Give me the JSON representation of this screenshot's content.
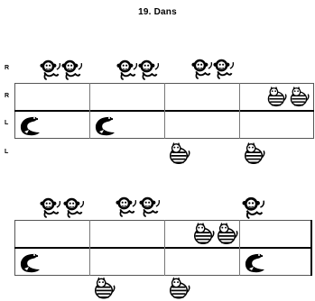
{
  "page": {
    "title": "19. Dans"
  },
  "section1": {
    "row_labels": [
      "R",
      "R",
      "L",
      "L"
    ],
    "top_row_icons": [
      "monkey-icon",
      "monkey-icon",
      "monkey-icon",
      "monkey-icon",
      "monkey-icon",
      "monkey-icon"
    ],
    "upper_lane_icons": [
      "tiger-icon",
      "tiger-icon"
    ],
    "lower_lane_icons": [
      "crocodile-icon",
      "crocodile-icon"
    ],
    "bottom_row_icons": [
      "tiger-icon",
      "tiger-icon"
    ]
  },
  "section2": {
    "top_row_icons": [
      "monkey-icon",
      "monkey-icon",
      "monkey-icon",
      "monkey-icon",
      "monkey-icon"
    ],
    "upper_lane_icons": [
      "tiger-icon",
      "tiger-icon"
    ],
    "lower_lane_icons": [
      "crocodile-icon",
      "crocodile-icon"
    ],
    "bottom_row_icons": [
      "tiger-icon",
      "tiger-icon"
    ]
  },
  "colors": {
    "ink": "#000000",
    "background": "#ffffff",
    "rule": "#555555"
  }
}
